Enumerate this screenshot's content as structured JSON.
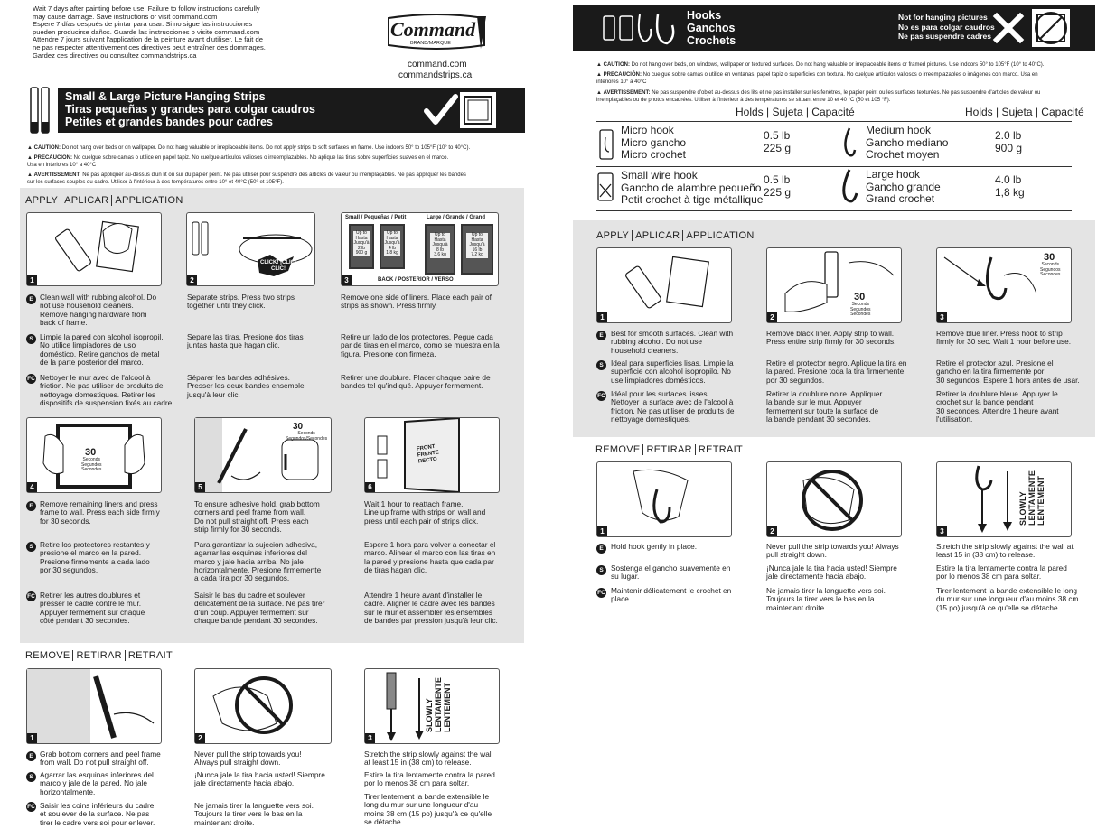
{
  "left": {
    "intro_text": "Wait 7 days after painting before use. Failure to follow instructions carefully\nmay cause damage. Save instructions or visit command.com\nEspere 7 días después de pintar para usar. Si no sigue las instrucciones\npueden producirse daños. Guarde las instrucciones o visite command.com\nAttendre 7 jours suivant l'application de la peinture avant d'utiliser. Le fait de\nne pas respecter attentivement ces directives peut entraîner des dommages.\nGardez ces directives ou consultez commandstrips.ca",
    "logo": {
      "brand": "Command",
      "sub": "BRAND/MARQUE",
      "tm": "™"
    },
    "url1": "command.com",
    "url2": "commandstrips.ca",
    "title": {
      "en": "Small & Large Picture Hanging Strips",
      "es": "Tiras pequeñas y grandes para colgar caudros",
      "fr": "Petites et grandes bandes pour cadres"
    },
    "caution": {
      "label": "CAUTION:",
      "text": "Do not hang over beds or on wallpaper. Do not hang valuable or irreplaceable items. Do not apply strips to soft surfaces on frame. Use indoors 50° to 105°F (10° to 40°C).",
      "label_es": "PRECAUCIÓN:",
      "text_es": "No cuelgue sobre camas o utilice en papel tapiz. No cuelgue artículos valiosos o irreemplazables. No aplique las tiras sobre superficies suaves en el marco.\nUsa en interiores 10° a 40°C",
      "label_fr": "AVERTISSEMENT:",
      "text_fr": "Ne pas appliquer au-dessus d'un lit ou sur du papier peint. Ne pas utiliser pour suspendre des articles de valeur ou irremplaçables. Ne pas appliquer les bandes\nsur les surfaces souples du cadre. Utiliser à l'intérieur à des températures entre 10° et 40°C (50° et 105°F)."
    },
    "apply": {
      "heading": [
        "APPLY",
        "APLICAR",
        "APPLICATION"
      ],
      "steps": [
        {
          "n": "1",
          "en": "Clean wall with rubbing alcohol. Do\nnot use household cleaners.\nRemove hanging hardware from\nback of frame.",
          "es": "Limpie la pared con alcohol isopropil.\nNo utilice limpiadores de uso\ndoméstico. Retire ganchos de metal\nde la parte posterior del marco.",
          "fr": "Nettoyer le mur avec de l'alcool à\nfriction. Ne pas utiliser de produits de\nnettoyage domestiques. Retirer les\ndispositifs de suspension fixés au cadre."
        },
        {
          "n": "2",
          "en": "Separate strips. Press two strips\ntogether until they click.",
          "es": "Separe las tiras. Presione dos tiras\njuntas hasta que hagan clic.",
          "fr": "Séparer les bandes adhésives.\nPresser les deux bandes ensemble\njusqu'à leur clic.",
          "burst": "CLICK! ¡CLIC! CLIC!"
        },
        {
          "n": "3",
          "en": "Remove one side of liners. Place each pair of\nstrips as shown. Press firmly.",
          "es": "Retire un lado de los protectores. Pegue cada\npar de tiras en el marco, como se muestra en la\nfigura. Presione con firmeza.",
          "fr": "Retirer une doublure. Placer chaque paire de\nbandes tel qu'indiqué. Appuyer fermement.",
          "small_label": "Small / Pequeñas / Petit",
          "large_label": "Large / Grande / Grand",
          "back_label": "BACK / POSTERIOR / VERSO",
          "frames": [
            {
              "t": "Up to\nHasta\nJusqu'à",
              "w": "2 lb\n900 g"
            },
            {
              "t": "Up to\nHasta\nJusqu'à",
              "w": "4 lb\n1,8 kg"
            },
            {
              "t": "Up to\nHasta\nJusqu'à",
              "w": "8 lb\n3,6 kg"
            },
            {
              "t": "Up to\nHasta\nJusqu'à",
              "w": "16 lb\n7,2 kg"
            }
          ]
        },
        {
          "n": "4",
          "en": "Remove remaining liners and press\nframe to wall. Press each side firmly\nfor 30 seconds.",
          "es": "Retire los protectores restantes y\npresione el marco en la pared.\nPresione firmemente a cada lado\npor 30 segundos.",
          "fr": "Retirer les autres doublures et\npresser le cadre contre le mur.\nAppuyer fermement sur chaque\ncôté pendant 30 secondes.",
          "timer": "30",
          "timer_sub": "Seconds\nSegundos\nSecondes"
        },
        {
          "n": "5",
          "en": "To ensure adhesive hold, grab bottom\ncorners and peel frame from wall.\nDo not pull straight off. Press each\nstrip firmly for 30 seconds.",
          "es": "Para garantizar la sujecion adhesiva,\nagarrar las esquinas inferiores del\nmarco y jale hacia arriba. No jale\nhorizontalmente. Presione firmemente\na cada tira por 30 segundos.",
          "fr": "Saisir le bas du cadre et soulever\ndélicatement de la surface. Ne pas tirer\nd'un coup. Appuyer fermement sur\nchaque bande pendant 30 secondes.",
          "timer": "30",
          "timer_sub": "Seconds\nSegundos/Secondes"
        },
        {
          "n": "6",
          "en": "Wait 1 hour to reattach frame.\nLine up frame with strips on wall and\npress until each pair of strips click.",
          "es": "Espere 1 hora para volver a conectar el\nmarco. Alinear el marco con las tiras en\nla pared y presione hasta que cada par\nde tiras hagan clic.",
          "fr": "Attendre 1 heure avant d'installer le\ncadre. Aligner le cadre avec les bandes\nsur le mur et assembler les ensembles\nde bandes par pression jusqu'à leur clic.",
          "front": "FRONT\nFRENTE\nRECTO"
        }
      ]
    },
    "remove": {
      "heading": [
        "REMOVE",
        "RETIRAR",
        "RETRAIT"
      ],
      "steps": [
        {
          "n": "1",
          "en": "Grab bottom corners and peel frame\nfrom wall. Do not pull straight off.",
          "es": "Agarrar las esquinas inferiores del\nmarco y jale de la pared. No jale\nhorizontalmente.",
          "fr": "Saisir les coins inférieurs du cadre\net soulever de la surface. Ne pas\ntirer le cadre vers soi pour enlever."
        },
        {
          "n": "2",
          "en": "Never pull the strip towards you!\nAlways pull straight down.",
          "es": "¡Nunca jale la tira hacia usted! Siempre\njale directamente hacia abajo.",
          "fr": "Ne jamais tirer la languette vers soi.\nToujours la tirer vers le bas en la\nmaintenant droite."
        },
        {
          "n": "3",
          "en": "Stretch the strip slowly against the wall\nat least 15 in (38 cm) to release.",
          "es": "Estire la tira lentamente contra la pared\npor lo menos 38 cm para soltar.",
          "fr": "Tirer lentement la bande extensible le\nlong du mur sur une longueur d'au\nmoins 38 cm (15 po) jusqu'à ce qu'elle\nse détache.",
          "vertical": "SLOWLY\nLENTAMENTE\nLENTEMENT"
        }
      ]
    }
  },
  "right": {
    "title": {
      "en": "Hooks",
      "es": "Ganchos",
      "fr": "Crochets"
    },
    "not_for": "Not for hanging pictures\nNo es para colgar caudros\nNe pas suspendre cadres",
    "caution": {
      "label": "CAUTION:",
      "text": "Do not hang over beds, on windows, wallpaper or textured surfaces. Do not hang valuable or irreplaceable items or framed pictures. Use indoors 50° to 105°F (10° to 40°C).",
      "label_es": "PRECAUCIÓN:",
      "text_es": "No cuelgue sobre camas o utilice en ventanas, papel tapiz o superficies con textura. No cuelgue artículos valiosos o irreemplazables o imágenes con marco. Usa en\ninteriores 10° a 40°C",
      "label_fr": "AVERTISSEMENT:",
      "text_fr": "Ne pas suspendre d'objet au-dessus des lits et ne pas installer sur les fenêtres, le papier peint ou les surfaces texturées. Ne pas suspendre d'articles de valeur ou\nirremplaçables ou de photos encadrées. Utiliser à l'intérieur à des températures se situant entre 10 et 40 °C (50 et 105 °F)."
    },
    "table": {
      "header": "Holds | Sujeta | Capacité",
      "rows": [
        {
          "name": "Micro hook\nMicro gancho\nMicro crochet",
          "val": "0.5 lb\n225 g"
        },
        {
          "name": "Medium hook\nGancho mediano\nCrochet moyen",
          "val": "2.0 lb\n900 g"
        },
        {
          "name": "Small wire hook\nGancho de alambre pequeño\nPetit crochet à tige métallique",
          "val": "0.5 lb\n225 g"
        },
        {
          "name": "Large hook\nGancho grande\nGrand crochet",
          "val": "4.0 lb\n1,8 kg"
        }
      ]
    },
    "apply": {
      "heading": [
        "APPLY",
        "APLICAR",
        "APPLICATION"
      ],
      "steps": [
        {
          "n": "1",
          "en": "Best for smooth surfaces. Clean with\nrubbing alcohol. Do not use\nhousehold cleaners.",
          "es": "Ideal para superficies lisas. Limpie la\nsuperficie con alcohol isopropilo. No\nuse limpiadores domésticos.",
          "fr": "Idéal pour les surfaces lisses.\nNettoyer la surface avec de l'alcool à\nfriction. Ne pas utiliser de produits de\nnettoyage domestiques."
        },
        {
          "n": "2",
          "en": "Remove black liner. Apply strip to wall.\nPress entire strip firmly for 30 seconds.",
          "es": "Retire el protector negro. Aplique la tira en\nla pared. Presione toda la tira firmemente\npor 30 segundos.",
          "fr": "Retirer la doublure noire. Appliquer\nla bande sur le mur. Appuyer\nfermement sur toute la surface de\nla bande pendant 30 secondes.",
          "timer": "30",
          "timer_sub": "Seconds\nSegundos\nSecondes"
        },
        {
          "n": "3",
          "en": "Remove blue liner. Press hook to strip\nfirmly for 30 sec. Wait 1 hour before use.",
          "es": "Retire el protector azul. Presione el\ngancho en la tira firmemente por\n30 segundos. Espere 1 hora antes de usar.",
          "fr": "Retirer la doublure bleue. Appuyer le\ncrochet sur la bande pendant\n30 secondes. Attendre 1 heure avant\nl'utilisation.",
          "timer": "30",
          "timer_sub": "Seconds\nSegundos\nSecondes"
        }
      ]
    },
    "remove": {
      "heading": [
        "REMOVE",
        "RETIRAR",
        "RETRAIT"
      ],
      "steps": [
        {
          "n": "1",
          "en": "Hold hook gently in place.",
          "es": "Sostenga el gancho suavemente en\nsu lugar.",
          "fr": "Maintenir délicatement le crochet en\nplace."
        },
        {
          "n": "2",
          "en": "Never pull the strip towards you! Always\npull straight down.",
          "es": "¡Nunca jale la tira hacia usted! Siempre\njale directamente hacia abajo.",
          "fr": "Ne jamais tirer la languette vers soi.\nToujours la tirer vers le bas en la\nmaintenant droite."
        },
        {
          "n": "3",
          "en": "Stretch the strip slowly against the wall at\nleast 15 in (38 cm) to release.",
          "es": "Estire la tira lentamente contra la pared\npor lo menos 38 cm para soltar.",
          "fr": "Tirer lentement la bande extensible le long\ndu mur sur une longueur d'au moins 38 cm\n(15 po) jusqu'à ce qu'elle se détache.",
          "vertical": "SLOWLY\nLENTAMENTE\nLENTEMENT"
        }
      ]
    }
  },
  "lang_codes": {
    "en": "E",
    "es": "S",
    "fr": "FC"
  }
}
